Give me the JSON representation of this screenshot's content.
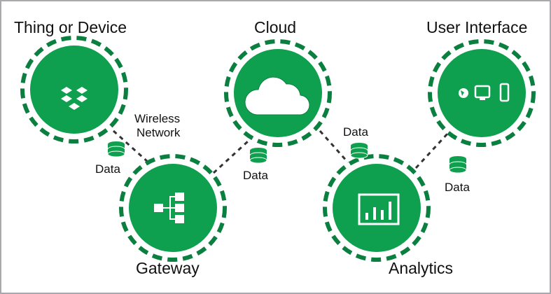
{
  "colors": {
    "green": "#0fa04f",
    "dark_green": "#0b7f3f",
    "text": "#111111"
  },
  "nodes": [
    {
      "id": "thing",
      "title": "Thing or Device",
      "icon": "dropbox-boxes-icon"
    },
    {
      "id": "cloud",
      "title": "Cloud",
      "icon": "cloud-icon"
    },
    {
      "id": "ui",
      "title": "User Interface",
      "icon": "devices-icon"
    },
    {
      "id": "gateway",
      "title": "Gateway",
      "icon": "hierarchy-icon"
    },
    {
      "id": "analytics",
      "title": "Analytics",
      "icon": "bar-chart-icon"
    }
  ],
  "connections": [
    {
      "from": "thing",
      "to": "gateway",
      "label": "Wireless\nNetwork",
      "data_label": "Data"
    },
    {
      "from": "gateway",
      "to": "cloud",
      "data_label": "Data"
    },
    {
      "from": "cloud",
      "to": "analytics",
      "data_label": "Data"
    },
    {
      "from": "analytics",
      "to": "ui",
      "data_label": "Data"
    }
  ],
  "labels": {
    "wireless_line1": "Wireless",
    "wireless_line2": "Network",
    "data": "Data"
  }
}
